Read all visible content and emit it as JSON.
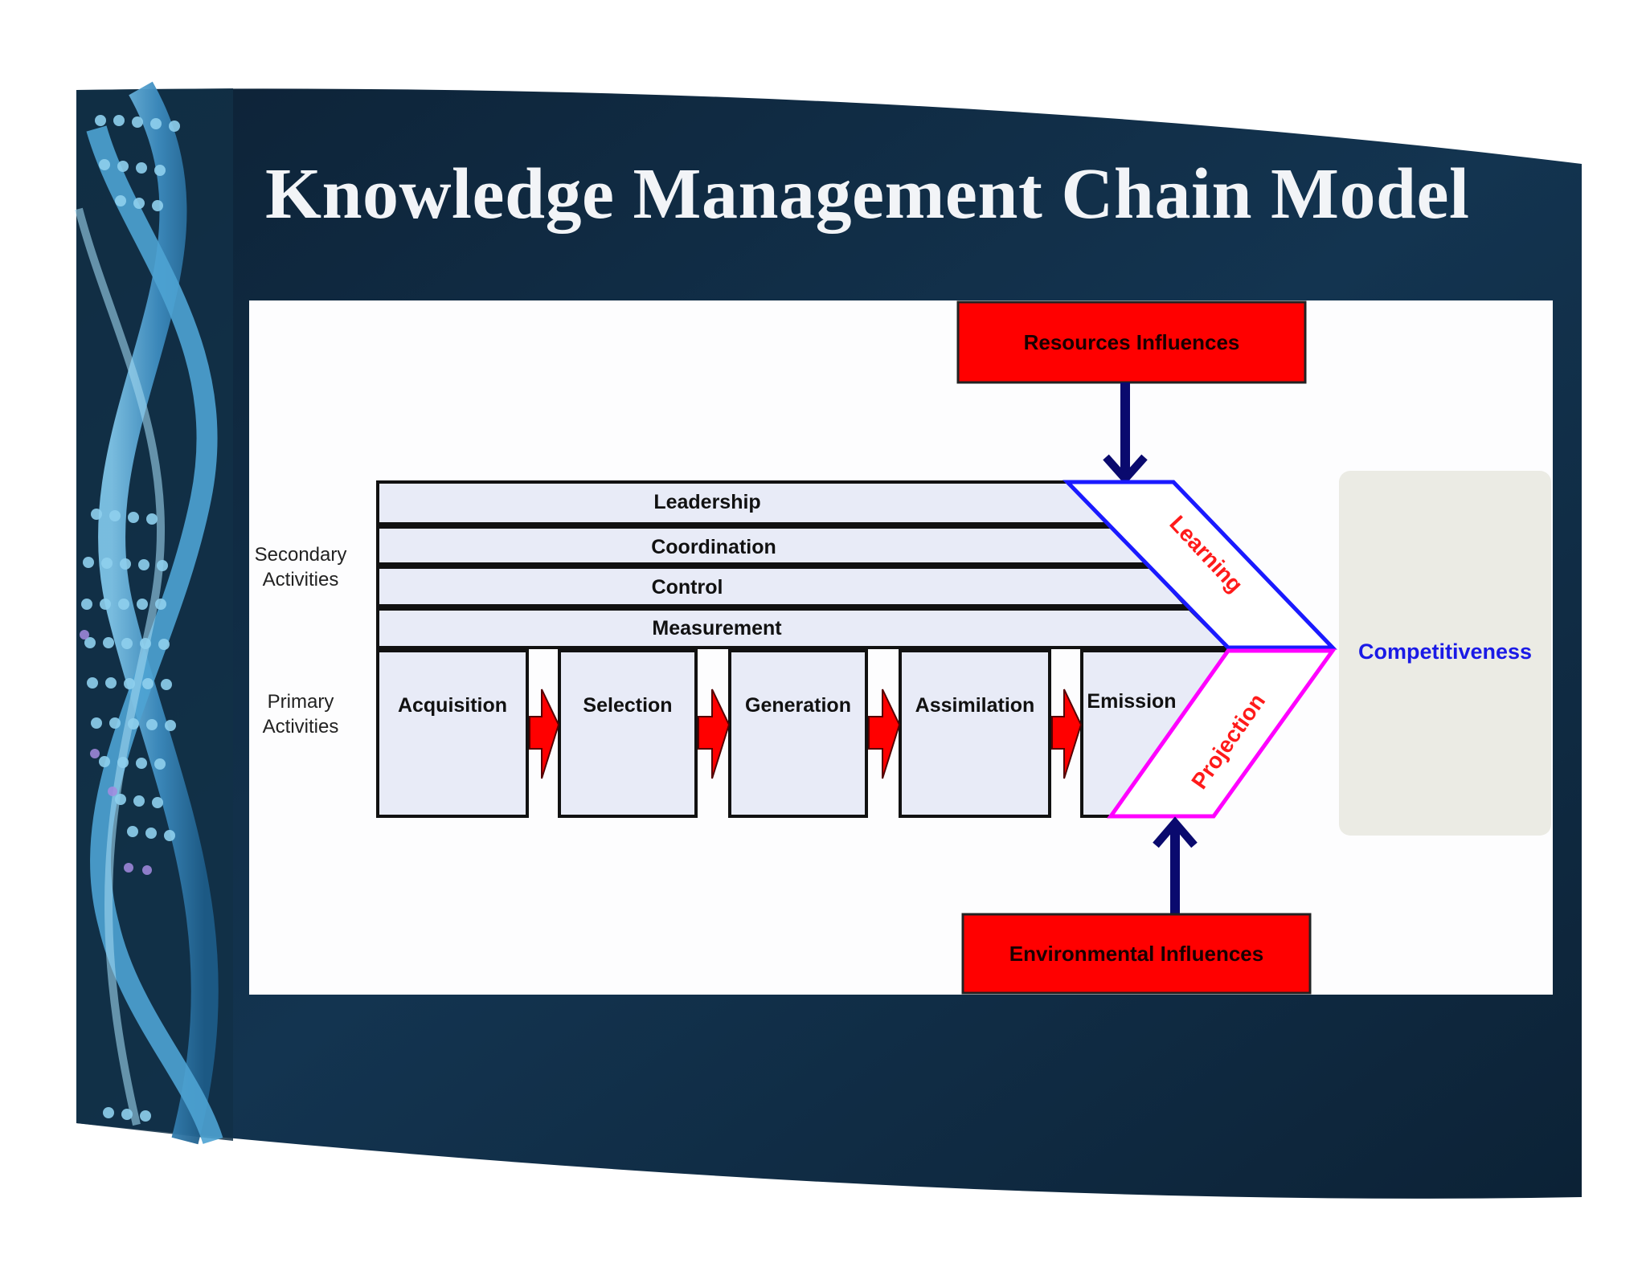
{
  "slide": {
    "title": "Knowledge Management Chain Model"
  },
  "diagram": {
    "side_labels": {
      "secondary": [
        "Secondary",
        "Activities"
      ],
      "primary": [
        "Primary",
        "Activities"
      ]
    },
    "secondary_activities": [
      "Leadership",
      "Coordination",
      "Control",
      "Measurement"
    ],
    "primary_activities": [
      "Acquisition",
      "Selection",
      "Generation",
      "Assimilation",
      "Emission"
    ],
    "chevrons": {
      "upper": "Learning",
      "lower": "Projection"
    },
    "influences": {
      "top": "Resources Influences",
      "bottom": "Environmental Influences"
    },
    "outcome": "Competitiveness",
    "colors": {
      "influence_box": "#ff0000",
      "influence_arrow": "#0a0a6e",
      "activity_fill": "#e8ebf7",
      "flow_arrow": "#ff0000",
      "learning_outline": "#1a1aff",
      "projection_outline": "#ff00ff",
      "chevron_text": "#ff1a1a",
      "outcome_text": "#1a1ae6",
      "outcome_box": "#ebebe4",
      "background_dark": "#0f2a42"
    }
  }
}
